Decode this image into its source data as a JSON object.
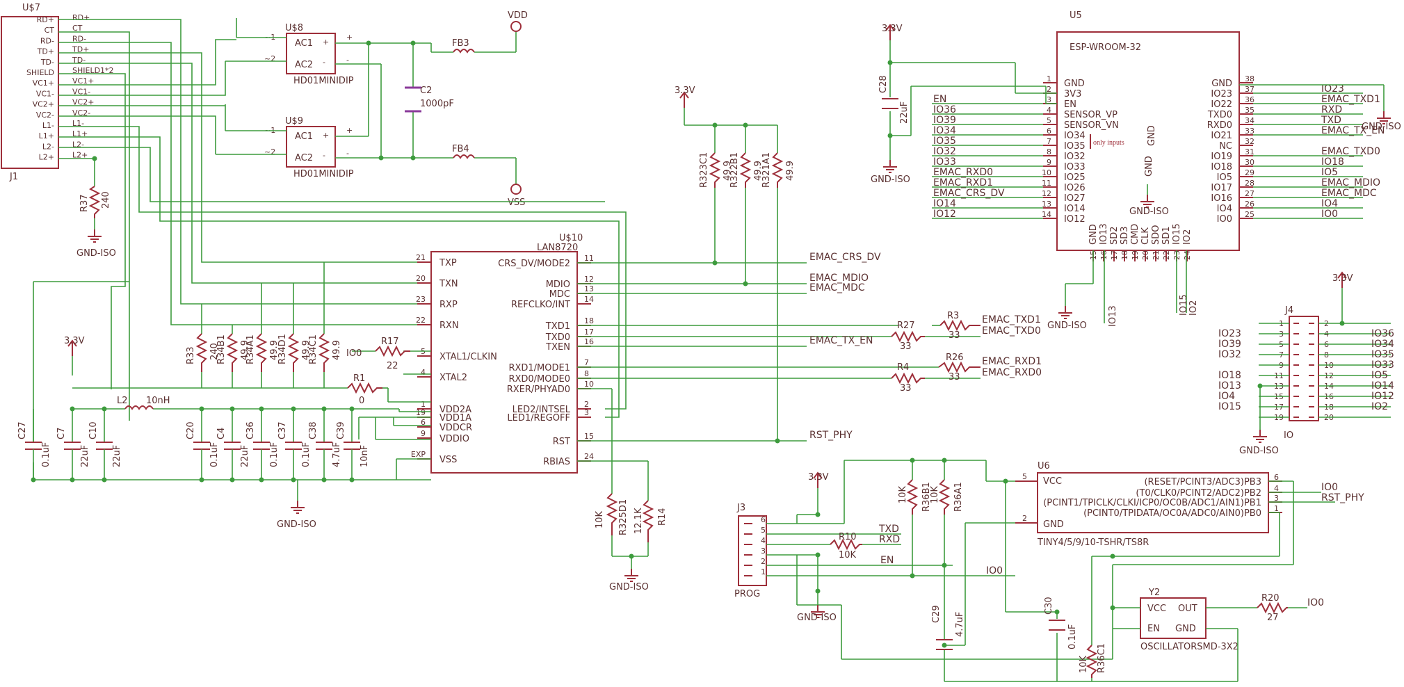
{
  "j1": {
    "name": "U$7",
    "ref": "J1",
    "pins": [
      "RD+",
      "CT",
      "RD-",
      "TD+",
      "TD-",
      "SHIELD",
      "VC1+",
      "VC1-",
      "VC2+",
      "VC2-",
      "L1-",
      "L1+",
      "L2-",
      "L2+"
    ],
    "nets": [
      "RD+",
      "CT",
      "RD-",
      "TD+",
      "TD-",
      "SHIELD1*2",
      "VC1+",
      "VC1-",
      "VC2+",
      "VC2-",
      "L1-",
      "L1+",
      "L2-",
      "L2+"
    ]
  },
  "bridges": [
    {
      "name": "U$8",
      "part": "HD01MINIDIP",
      "pins": [
        "AC1",
        "AC2",
        "+",
        "-",
        "~1",
        "~2"
      ]
    },
    {
      "name": "U$9",
      "part": "HD01MINIDIP",
      "pins": [
        "AC1",
        "AC2",
        "+",
        "-",
        "~1",
        "~2"
      ]
    }
  ],
  "power_top": {
    "vdd": "VDD",
    "vss": "VSS",
    "fb3": "FB3",
    "fb4": "FB4",
    "c2": "C2",
    "c2_val": "1000pF"
  },
  "r37": {
    "name": "R37",
    "val": "240",
    "gnd": "GND-ISO"
  },
  "lan": {
    "name": "U$10",
    "part": "LAN8720",
    "left": [
      {
        "num": "21",
        "name": "TXP"
      },
      {
        "num": "20",
        "name": "TXN"
      },
      {
        "num": "23",
        "name": "RXP"
      },
      {
        "num": "22",
        "name": "RXN"
      },
      {
        "num": "5",
        "name": "XTAL1/CLKIN"
      },
      {
        "num": "4",
        "name": "XTAL2"
      },
      {
        "num": "1",
        "name": "VDD2A"
      },
      {
        "num": "19",
        "name": "VDD1A"
      },
      {
        "num": "6",
        "name": "VDDCR"
      },
      {
        "num": "9",
        "name": "VDDIO"
      },
      {
        "num": "EXP",
        "name": "VSS"
      }
    ],
    "right": [
      {
        "num": "11",
        "name": "CRS_DV/MODE2"
      },
      {
        "num": "12",
        "name": "MDIO"
      },
      {
        "num": "13",
        "name": "MDC"
      },
      {
        "num": "14",
        "name": "REFCLKO/INT"
      },
      {
        "num": "18",
        "name": "TXD1"
      },
      {
        "num": "17",
        "name": "TXD0"
      },
      {
        "num": "16",
        "name": "TXEN"
      },
      {
        "num": "7",
        "name": "RXD1/MODE1"
      },
      {
        "num": "8",
        "name": "RXD0/MODE0"
      },
      {
        "num": "10",
        "name": "RXER/PHYAD0"
      },
      {
        "num": "2",
        "name": "LED2/INTSEL"
      },
      {
        "num": "3",
        "name": "LED1/REGOFF"
      },
      {
        "num": "15",
        "name": "RST"
      },
      {
        "num": "24",
        "name": "RBIAS"
      }
    ]
  },
  "rc_row": {
    "r33": "R33",
    "r33v": "240",
    "r34b1": "R34B1",
    "r34a1": "R34A1",
    "r34d1": "R34D1",
    "r34c1": "R34C1",
    "r49": "49.9",
    "r17": "R17",
    "r17v": "22",
    "io0": "IO0",
    "r1": "R1",
    "r1v": "0",
    "l2": "L2",
    "l2v": "10nH",
    "v33": "3.3V",
    "gnd": "GND-ISO",
    "caps": [
      {
        "name": "C27",
        "val": "0.1uF"
      },
      {
        "name": "C7",
        "val": "22uF"
      },
      {
        "name": "C10",
        "val": "22uF"
      },
      {
        "name": "C20",
        "val": "0.1uF"
      },
      {
        "name": "C4",
        "val": "22uF"
      },
      {
        "name": "C36",
        "val": "0.1uF"
      },
      {
        "name": "C37",
        "val": "0.1uF"
      },
      {
        "name": "C38",
        "val": "4.7uF"
      },
      {
        "name": "C39",
        "val": "10nF"
      }
    ]
  },
  "pullups": {
    "v33": "3.3V",
    "items": [
      {
        "name": "R323C1",
        "val": "49.9"
      },
      {
        "name": "R322B1",
        "val": "49.9"
      },
      {
        "name": "R321A1",
        "val": "49.9"
      }
    ]
  },
  "bias": {
    "r325": "R325D1",
    "r325v": "10K",
    "r14": "R14",
    "r14v": "12.1K",
    "gnd": "GND-ISO"
  },
  "series": {
    "r27": "R27",
    "r3": "R3",
    "r4": "R4",
    "r26": "R26",
    "val": "33"
  },
  "nets": {
    "crs": "EMAC_CRS_DV",
    "mdio": "EMAC_MDIO",
    "mdc": "EMAC_MDC",
    "txd1": "EMAC_TXD1",
    "txd0": "EMAC_TXD0",
    "txen": "EMAC_TX_EN",
    "rxd1": "EMAC_RXD1",
    "rxd0": "EMAC_RXD0",
    "rst": "RST_PHY"
  },
  "esp": {
    "name": "U5",
    "part": "ESP-WROOM-32",
    "note": "only inputs",
    "gndlbl": "GND",
    "gnd": "GND-ISO",
    "v33": "3.3V",
    "c28": "C28",
    "c28v": "22uF",
    "left": [
      {
        "num": "1",
        "name": "GND"
      },
      {
        "num": "2",
        "name": "3V3"
      },
      {
        "num": "3",
        "name": "EN"
      },
      {
        "num": "4",
        "name": "SENSOR_VP"
      },
      {
        "num": "5",
        "name": "SENSOR_VN"
      },
      {
        "num": "6",
        "name": "IO34"
      },
      {
        "num": "7",
        "name": "IO35"
      },
      {
        "num": "8",
        "name": "IO32"
      },
      {
        "num": "9",
        "name": "IO33"
      },
      {
        "num": "10",
        "name": "IO25"
      },
      {
        "num": "11",
        "name": "IO26"
      },
      {
        "num": "12",
        "name": "IO27"
      },
      {
        "num": "13",
        "name": "IO14"
      },
      {
        "num": "14",
        "name": "IO12"
      }
    ],
    "left_nets": [
      "",
      "",
      "EN",
      "IO36",
      "IO39",
      "IO34",
      "IO35",
      "IO32",
      "IO33",
      "EMAC_RXD0",
      "EMAC_RXD1",
      "EMAC_CRS_DV",
      "IO14",
      "IO12"
    ],
    "right": [
      {
        "num": "38",
        "name": "GND"
      },
      {
        "num": "37",
        "name": "IO23"
      },
      {
        "num": "36",
        "name": "IO22"
      },
      {
        "num": "35",
        "name": "TXD0"
      },
      {
        "num": "34",
        "name": "RXD0"
      },
      {
        "num": "33",
        "name": "IO21"
      },
      {
        "num": "32",
        "name": "NC"
      },
      {
        "num": "31",
        "name": "IO19"
      },
      {
        "num": "30",
        "name": "IO18"
      },
      {
        "num": "29",
        "name": "IO5"
      },
      {
        "num": "28",
        "name": "IO17"
      },
      {
        "num": "27",
        "name": "IO16"
      },
      {
        "num": "26",
        "name": "IO4"
      },
      {
        "num": "25",
        "name": "IO0"
      }
    ],
    "right_nets": [
      "",
      "IO23",
      "EMAC_TXD1",
      "RXD",
      "TXD",
      "EMAC_TX_EN",
      "",
      "EMAC_TXD0",
      "IO18",
      "IO5",
      "EMAC_MDIO",
      "EMAC_MDC",
      "IO4",
      "IO0"
    ],
    "bottom": [
      {
        "num": "15",
        "name": "GND"
      },
      {
        "num": "16",
        "name": "IO13"
      },
      {
        "num": "17",
        "name": "SD2"
      },
      {
        "num": "18",
        "name": "SD3"
      },
      {
        "num": "19",
        "name": "CMD"
      },
      {
        "num": "20",
        "name": "CLK"
      },
      {
        "num": "21",
        "name": "SDO"
      },
      {
        "num": "22",
        "name": "SD1"
      },
      {
        "num": "23",
        "name": "IO15"
      },
      {
        "num": "24",
        "name": "IO2"
      }
    ],
    "bottom_nets": {
      "io13": "IO13",
      "io15": "IO15",
      "io2": "IO2"
    }
  },
  "j4": {
    "name": "J4",
    "ref": "IO",
    "v33": "3.3V",
    "gnd": "GND-ISO",
    "rows": [
      {
        "l": "1",
        "r": "2",
        "ln": "",
        "rn": ""
      },
      {
        "l": "3",
        "r": "4",
        "ln": "IO23",
        "rn": "IO36"
      },
      {
        "l": "5",
        "r": "6",
        "ln": "IO39",
        "rn": "IO34"
      },
      {
        "l": "7",
        "r": "8",
        "ln": "IO32",
        "rn": "IO35"
      },
      {
        "l": "9",
        "r": "10",
        "ln": "",
        "rn": "IO33"
      },
      {
        "l": "11",
        "r": "12",
        "ln": "IO18",
        "rn": "IO5"
      },
      {
        "l": "13",
        "r": "14",
        "ln": "IO13",
        "rn": "IO14"
      },
      {
        "l": "15",
        "r": "16",
        "ln": "IO4",
        "rn": "IO12"
      },
      {
        "l": "17",
        "r": "18",
        "ln": "IO15",
        "rn": "IO2"
      },
      {
        "l": "19",
        "r": "20",
        "ln": "",
        "rn": ""
      }
    ]
  },
  "j3": {
    "name": "J3",
    "ref": "PROG",
    "v33": "3.3V",
    "gnd": "GND-ISO",
    "pins": [
      "6",
      "5",
      "4",
      "3",
      "2",
      "1"
    ],
    "r10": "R10",
    "r10v": "10K",
    "txd": "TXD",
    "rxd": "RXD",
    "en": "EN",
    "io0": "IO0"
  },
  "u6": {
    "name": "U6",
    "part": "TINY4/5/9/10-TSHR/TS8R",
    "vcc": "VCC",
    "gnd": "GND",
    "pins_left": [
      {
        "num": "5"
      },
      {
        "num": "2"
      }
    ],
    "pins_right": [
      {
        "num": "6",
        "name": "(RESET/PCINT3/ADC3)PB3"
      },
      {
        "num": "4",
        "name": "(T0/CLK0/PCINT2/ADC2)PB2"
      },
      {
        "num": "3",
        "name": "(PCINT1/TPICLK/CLKI/ICP0/OC0B/ADC1/AIN1)PB1"
      },
      {
        "num": "1",
        "name": "(PCINT0/TPIDATA/OC0A/ADC0/AIN0)PB0"
      }
    ],
    "io0": "IO0",
    "rst": "RST_PHY",
    "r36b1": "R36B1",
    "r36a1": "R36A1",
    "r36v": "10K",
    "c29": "C29",
    "c29v": "4.7uF"
  },
  "osc": {
    "name": "Y2",
    "part": "OSCILLATORSMD-3X2",
    "vcc": "VCC",
    "out": "OUT",
    "en": "EN",
    "gnd": "GND",
    "c30": "C30",
    "c30v": "0.1uF",
    "r36c1": "R36C1",
    "r36c1v": "10K",
    "r20": "R20",
    "r20v": "27",
    "io0": "IO0"
  }
}
